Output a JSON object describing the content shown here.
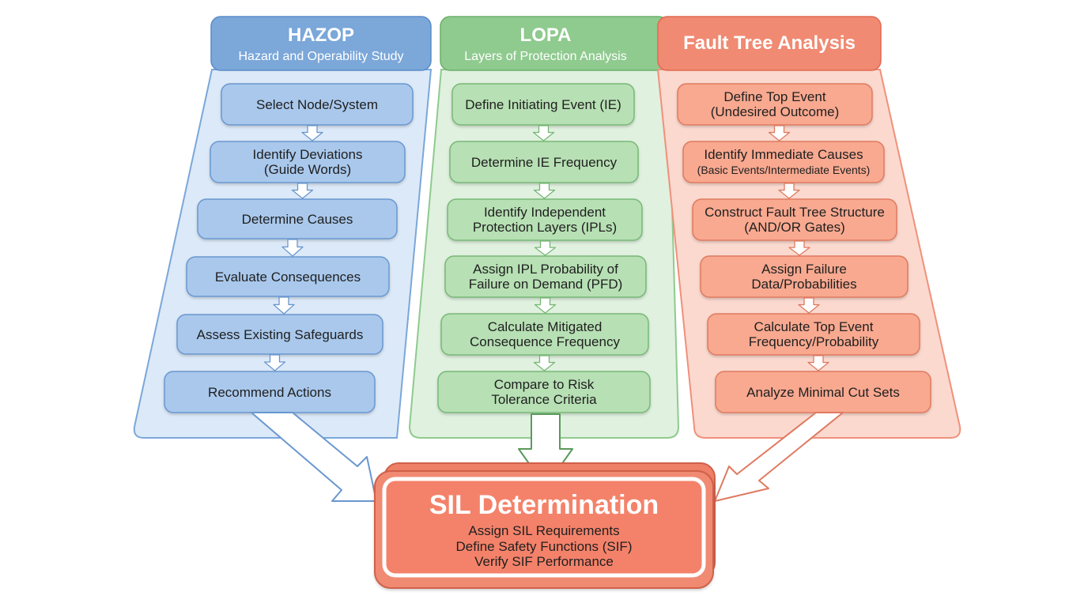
{
  "columns": [
    {
      "id": "hazop",
      "title": "HAZOP",
      "subtitle": "Hazard and Operability Study",
      "colors": {
        "header": "#7ba7d9",
        "header_border": "#5b8cc8",
        "panel": "#dce9f8",
        "panel_border": "#7ba7d9",
        "node": "#a9c8ec",
        "node_border": "#6a97cf"
      },
      "steps": [
        {
          "lines": [
            "Select Node/System"
          ]
        },
        {
          "lines": [
            "Identify Deviations",
            "(Guide Words)"
          ]
        },
        {
          "lines": [
            "Determine Causes"
          ]
        },
        {
          "lines": [
            "Evaluate Consequences"
          ]
        },
        {
          "lines": [
            "Assess Existing Safeguards"
          ]
        },
        {
          "lines": [
            "Recommend Actions"
          ]
        }
      ]
    },
    {
      "id": "lopa",
      "title": "LOPA",
      "subtitle": "Layers of Protection Analysis",
      "colors": {
        "header": "#8fca8f",
        "header_border": "#6ab06a",
        "panel": "#e0f1df",
        "panel_border": "#8fca8f",
        "node": "#b7e0b4",
        "node_border": "#78b876"
      },
      "steps": [
        {
          "lines": [
            "Define Initiating Event (IE)"
          ]
        },
        {
          "lines": [
            "Determine IE Frequency"
          ]
        },
        {
          "lines": [
            "Identify Independent",
            "Protection Layers (IPLs)"
          ]
        },
        {
          "lines": [
            "Assign IPL Probability of",
            "Failure on Demand (PFD)"
          ]
        },
        {
          "lines": [
            "Calculate Mitigated",
            "Consequence Frequency"
          ]
        },
        {
          "lines": [
            "Compare to Risk",
            "Tolerance Criteria"
          ]
        }
      ]
    },
    {
      "id": "fta",
      "title": "Fault Tree Analysis",
      "subtitle": "",
      "colors": {
        "header": "#f08a72",
        "header_border": "#e06a50",
        "panel": "#fbd9cf",
        "panel_border": "#f0907a",
        "node": "#f8a990",
        "node_border": "#df7a60"
      },
      "steps": [
        {
          "lines": [
            "Define Top Event",
            "(Undesired Outcome)"
          ]
        },
        {
          "lines": [
            "Identify Immediate Causes",
            "(Basic Events/Intermediate Events)"
          ],
          "small_second": true
        },
        {
          "lines": [
            "Construct Fault Tree Structure",
            "(AND/OR Gates)"
          ]
        },
        {
          "lines": [
            "Assign Failure",
            "Data/Probabilities"
          ]
        },
        {
          "lines": [
            "Calculate Top Event",
            "Frequency/Probability"
          ]
        },
        {
          "lines": [
            "Analyze Minimal Cut Sets"
          ]
        }
      ]
    }
  ],
  "result": {
    "title": "SIL Determination",
    "lines": [
      "Assign SIL Requirements",
      "Define Safety Functions (SIF)",
      "Verify SIF Performance"
    ],
    "colors": {
      "outer": "#f08a72",
      "outer_border": "#d0604a",
      "inner": "#f4826a",
      "inner_border": "#ffffff"
    }
  },
  "arrow_color": "#ffffff"
}
